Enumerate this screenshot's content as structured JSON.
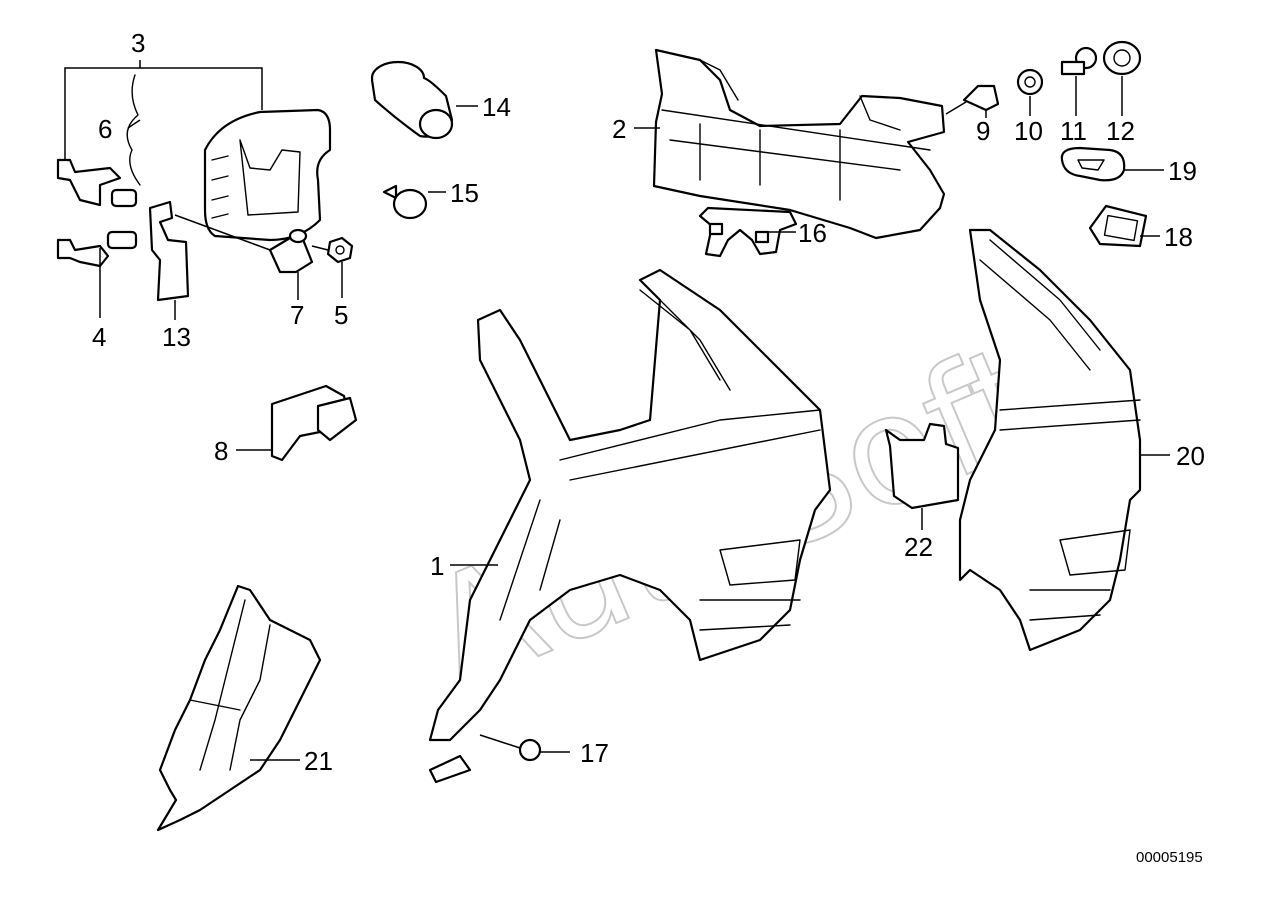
{
  "diagram": {
    "watermark": "AutoSoft",
    "drawing_number": "00005195",
    "callouts": [
      "1",
      "2",
      "3",
      "4",
      "5",
      "6",
      "7",
      "8",
      "9",
      "10",
      "11",
      "12",
      "13",
      "14",
      "15",
      "16",
      "17",
      "18",
      "19",
      "20",
      "21",
      "22"
    ]
  },
  "colors": {
    "line": "#000000",
    "background": "#ffffff",
    "watermark": "#c8c8c8"
  }
}
